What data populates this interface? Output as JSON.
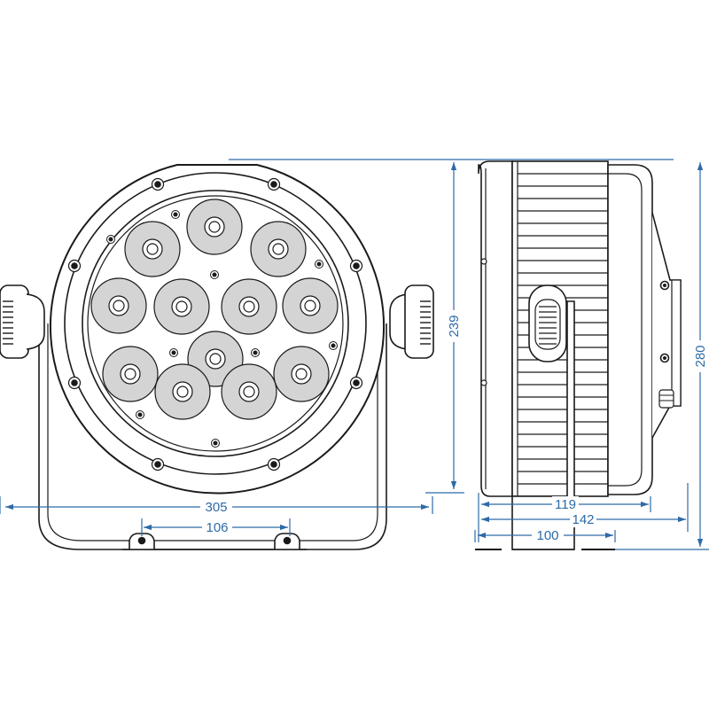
{
  "colors": {
    "outline": "#1a1a1a",
    "fill": "#ffffff",
    "lens": "#d4d4d4",
    "dimension": "#2e6aa6"
  },
  "dimensions": {
    "front_width": "305",
    "front_height": "239",
    "feet_spacing": "106",
    "side_depth_head": "119",
    "side_depth_total": "142",
    "side_base": "100",
    "side_height": "280"
  }
}
